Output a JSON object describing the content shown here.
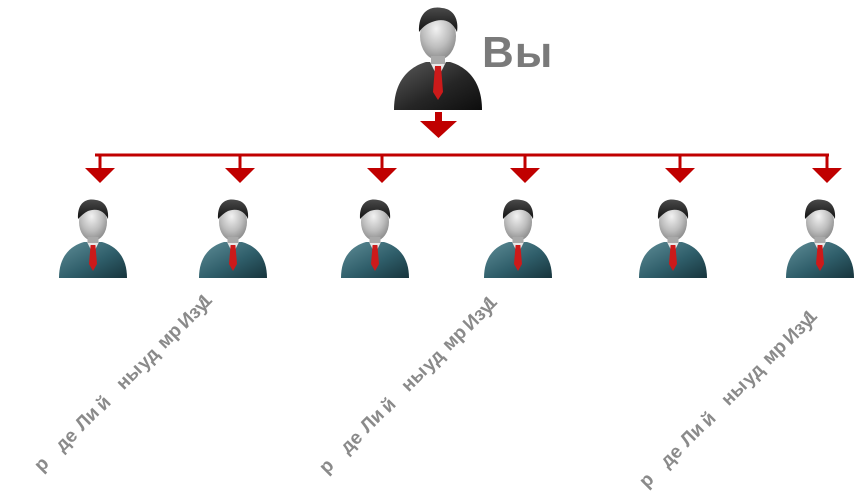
{
  "top_person": {
    "label": "Вы",
    "icon": "person-icon"
  },
  "colors": {
    "connector": "#c00000",
    "label": "#7a7a7a",
    "diagonal_text": "#8a8a8a",
    "top_suit": "#2a2a2a",
    "team_suit": "#2f5e6a",
    "tie": "#cc1a1a"
  },
  "team_members": [
    {
      "icon": "person-icon"
    },
    {
      "icon": "person-icon"
    },
    {
      "icon": "person-icon"
    },
    {
      "icon": "person-icon"
    },
    {
      "icon": "person-icon"
    },
    {
      "icon": "person-icon"
    }
  ],
  "diagonal_labels": [
    {
      "words": [
        "1",
        "Изу",
        "мр",
        "уд",
        "ны",
        "й",
        "Ли",
        "де",
        "р"
      ]
    },
    {
      "words": [
        "1",
        "Изу",
        "мр",
        "уд",
        "ны",
        "й",
        "Ли",
        "де",
        "р"
      ]
    },
    {
      "words": [
        "1",
        "Изу",
        "мр",
        "уд",
        "ны",
        "й",
        "Ли",
        "де",
        "р"
      ]
    }
  ]
}
